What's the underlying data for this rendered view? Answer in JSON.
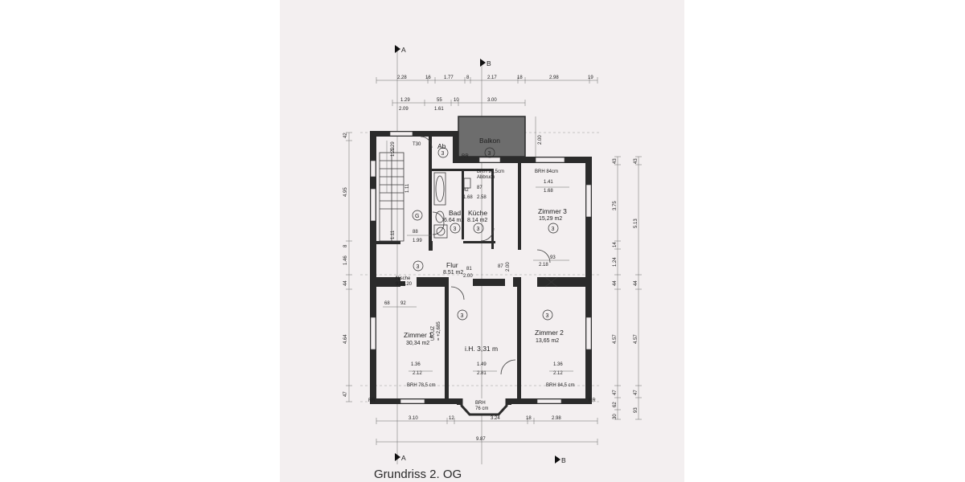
{
  "title": "Grundriss  2. OG",
  "sections": {
    "a": "A",
    "b": "B"
  },
  "rooms": {
    "ab": {
      "name": "Ab",
      "no": "3"
    },
    "balkon": {
      "name": "Balkon",
      "no": "3"
    },
    "bad": {
      "name": "Bad",
      "area": "6.64 m2",
      "no": "3"
    },
    "kueche": {
      "name": "Küche",
      "area": "8.14 m2",
      "no": "3"
    },
    "zimmer3": {
      "name": "Zimmer 3",
      "area": "15,29 m2",
      "no": "3"
    },
    "flur": {
      "name": "Flur",
      "area": "8.51 m2",
      "no": "3"
    },
    "zimmer1": {
      "name": "Zimmer 1",
      "area": "30,34 m2"
    },
    "zimmer2": {
      "name": "Zimmer 2",
      "area": "13,65 m2",
      "no": "3"
    },
    "mid": {
      "no": "3",
      "height": "i.H. 3,31 m"
    },
    "stair": {
      "no": "G"
    }
  },
  "notes": {
    "t30": "T30",
    "rr": "RR",
    "brh_kueche": "BRH 90,5cm",
    "abbruch": "Abbruch",
    "brh_z3": "BRH 84cm",
    "nische": "Nische",
    "nische_dim": "92/2.20",
    "brh_z1": "BRH 78,5 cm",
    "brh_z2": "BRH 84,5 cm",
    "brh_bay": "BRH",
    "brh_bay2": "76 cm",
    "ukuz": "UK/UZ",
    "ukuz2": "= +2,685"
  },
  "dims": {
    "top1": [
      "2.28",
      "16",
      "1.77",
      "8",
      "2.17",
      "18",
      "2.98",
      "19"
    ],
    "top2": [
      "1.29",
      "55",
      "10",
      "3.00"
    ],
    "top3": [
      "2.09",
      "1.61"
    ],
    "left": [
      "42",
      "1.29",
      "4.95",
      "1.11",
      "8",
      "1.46",
      "44",
      "4.64",
      "47"
    ],
    "right1": [
      "43",
      "3.75",
      "14",
      "1.24",
      "44",
      "4.57",
      "47",
      "62",
      "30"
    ],
    "right2": [
      "43",
      "5.13",
      "44",
      "4.57",
      "47",
      "93"
    ],
    "bottom1": [
      "3.10",
      "12",
      "3.24",
      "18",
      "2.98"
    ],
    "bottom_total": "9.87",
    "inner": {
      "balkon_depth": "2.00",
      "k1": "87",
      "k2": "42",
      "k3": "1.68",
      "k4": "2.58",
      "z3a": "1.41",
      "z3b": "1.68",
      "st1": "88",
      "st2": "1.99",
      "fl1": "87",
      "fl2": "2.00",
      "fl3": "81",
      "fl4": "2.00",
      "z3c": "93",
      "z3d": "2.18",
      "z1a": "68",
      "z1b": "92",
      "z1c": "1.36",
      "z1d": "2.12",
      "mc": "1.49",
      "md": "2.81",
      "z2c": "1.36",
      "z2d": "2.12",
      "s1": "1.29",
      "s2": "1.11"
    }
  }
}
